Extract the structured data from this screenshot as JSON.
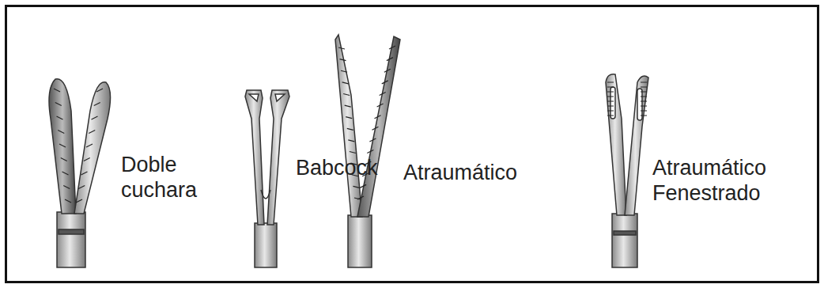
{
  "diagram": {
    "labels": [
      "Doble cuchara",
      "Babcock",
      "Atraumático",
      "Atraumático Fenestrado"
    ]
  }
}
